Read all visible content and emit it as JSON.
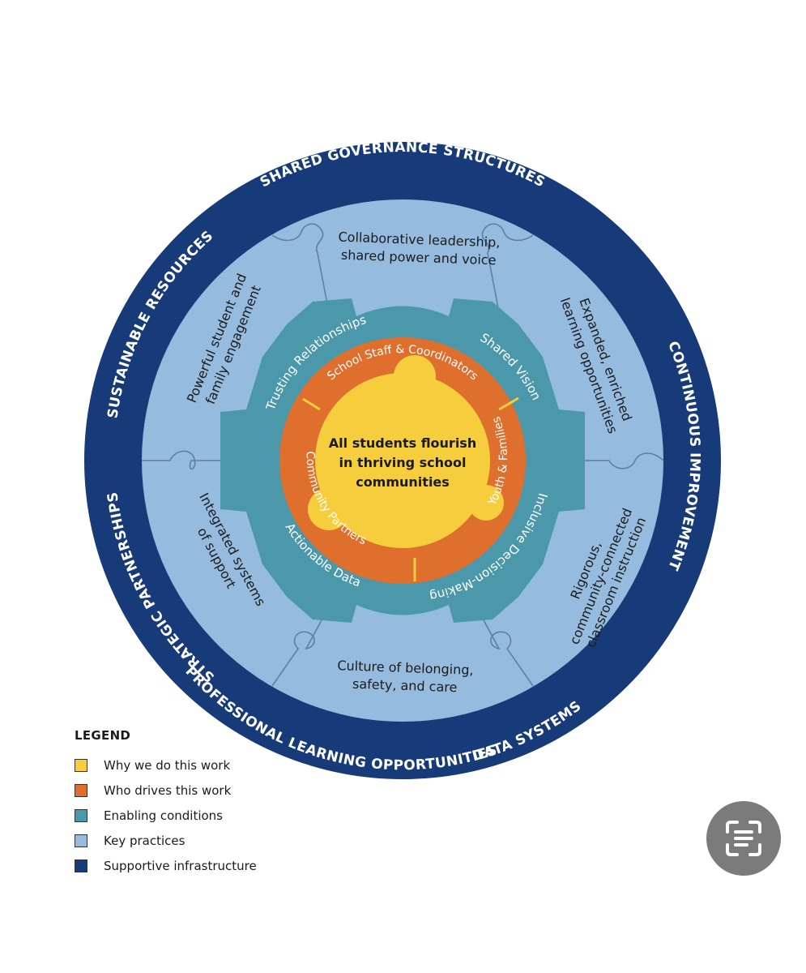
{
  "colors": {
    "yellow": "#f6cd3c",
    "orange": "#de6f2d",
    "teal": "#4b98ab",
    "light_blue": "#95bbdf",
    "navy": "#173a78",
    "text_dark": "#1b1b1b"
  },
  "diagram": {
    "center": "All students flourish in thriving school communities",
    "center_lines": [
      "All students flourish",
      "in thriving school",
      "communities"
    ],
    "drivers": [
      "School Staff & Coordinators",
      "Youth & Families",
      "Community Partners"
    ],
    "conditions": [
      "Trusting Relationships",
      "Shared Vision",
      "Inclusive Decision-Making",
      "Actionable Data"
    ],
    "practices": [
      {
        "label": "Collaborative leadership, shared power and voice",
        "lines": [
          "Collaborative leadership,",
          "shared power and voice"
        ]
      },
      {
        "label": "Expanded, enriched learning opportunities",
        "lines": [
          "Expanded, enriched",
          "learning opportunities"
        ]
      },
      {
        "label": "Rigorous, community-connected classroom instruction",
        "lines": [
          "Rigorous,",
          "community-connected",
          "classroom instruction"
        ]
      },
      {
        "label": "Culture of belonging, safety, and care",
        "lines": [
          "Culture of belonging,",
          "safety, and care"
        ]
      },
      {
        "label": "Integrated systems of support",
        "lines": [
          "Integrated systems",
          "of support"
        ]
      },
      {
        "label": "Powerful student and family engagement",
        "lines": [
          "Powerful student and",
          "family engagement"
        ]
      }
    ],
    "infrastructure": [
      "SHARED GOVERNANCE STRUCTURES",
      "CONTINUOUS IMPROVEMENT",
      "DATA SYSTEMS",
      "PROFESSIONAL LEARNING OPPORTUNITIES",
      "STRATEGIC PARTNERSHIPS",
      "SUSTAINABLE RESOURCES"
    ]
  },
  "legend": {
    "title": "LEGEND",
    "items": [
      {
        "label": "Why we do this work",
        "color": "#f6cd3c"
      },
      {
        "label": "Who drives this work",
        "color": "#de6f2d"
      },
      {
        "label": "Enabling conditions",
        "color": "#4b98ab"
      },
      {
        "label": "Key practices",
        "color": "#95bbdf"
      },
      {
        "label": "Supportive infrastructure",
        "color": "#173a78"
      }
    ]
  },
  "scan_button": {
    "icon": "scan-text-icon"
  }
}
